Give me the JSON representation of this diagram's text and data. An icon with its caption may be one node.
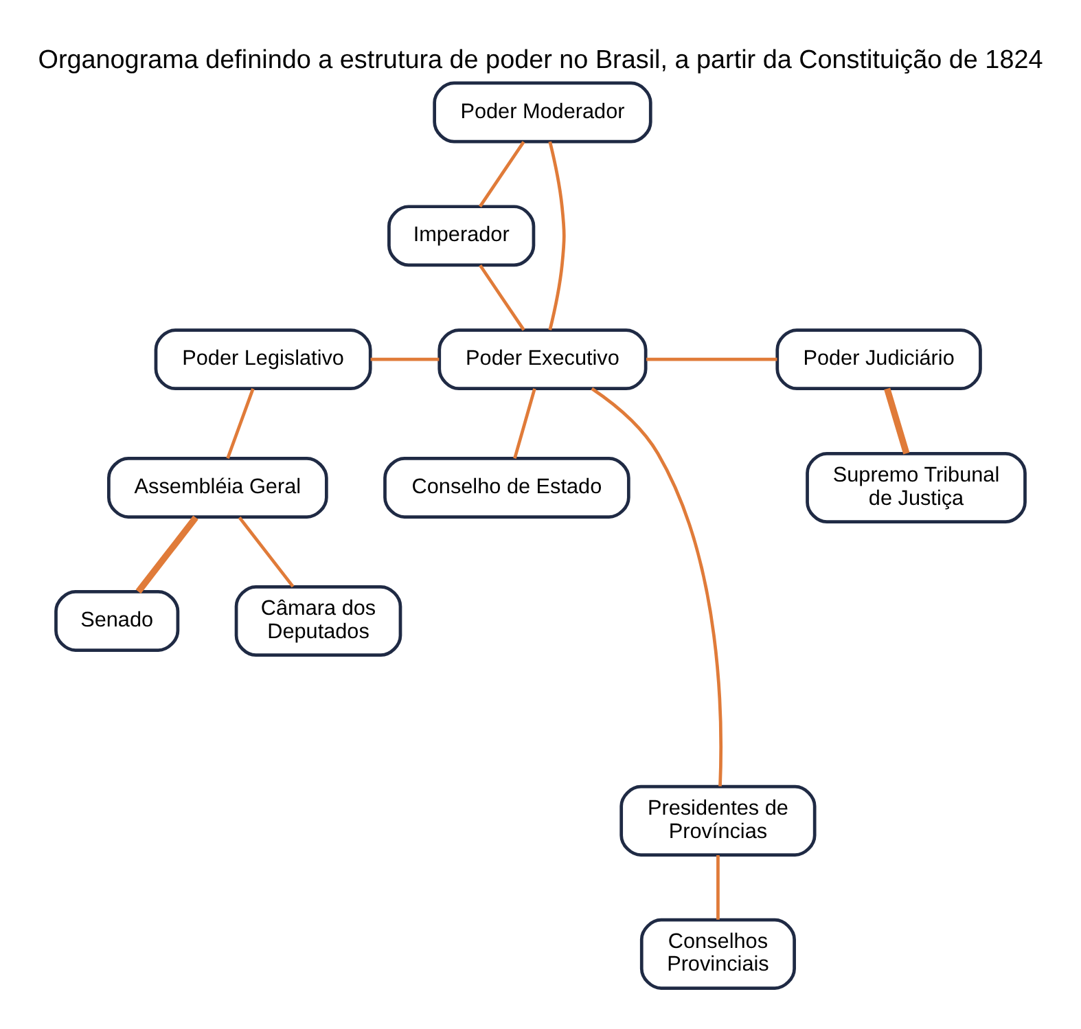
{
  "diagram": {
    "title": "Organograma definindo a estrutura de poder no Brasil, a partir da Constituição de 1824",
    "nodes": [
      {
        "text": [
          "Poder Moderador"
        ]
      },
      {
        "text": [
          "Imperador"
        ]
      },
      {
        "text": [
          "Poder Legislativo"
        ]
      },
      {
        "text": [
          "Poder Executivo"
        ]
      },
      {
        "text": [
          "Poder Judiciário"
        ]
      },
      {
        "text": [
          "Assembléia Geral"
        ]
      },
      {
        "text": [
          "Conselho de Estado"
        ]
      },
      {
        "text": [
          "Supremo Tribunal de Justiça"
        ]
      },
      {
        "text": [
          "Senado"
        ]
      },
      {
        "text": [
          "Câmara dos Deputados"
        ]
      },
      {
        "text": [
          "Presidentes de Províncias"
        ]
      },
      {
        "text": [
          "Conselhos Provinciais"
        ]
      }
    ],
    "edges": [
      {
        "from": 0,
        "to": 1,
        "arrow": "none"
      },
      {
        "from": 0,
        "to": 3,
        "arrow": "none"
      },
      {
        "from": 1,
        "to": 3,
        "arrow": "none"
      },
      {
        "from": 2,
        "to": 3,
        "arrow": "none"
      },
      {
        "from": 3,
        "to": 4,
        "arrow": "none"
      },
      {
        "from": 2,
        "to": 5,
        "arrow": "none"
      },
      {
        "from": 3,
        "to": 6,
        "arrow": "none"
      },
      {
        "from": 4,
        "to": 7,
        "arrow": "none",
        "style": "thick"
      },
      {
        "from": 5,
        "to": 8,
        "arrow": "none",
        "style": "thick"
      },
      {
        "from": 5,
        "to": 9,
        "arrow": "none"
      },
      {
        "from": 3,
        "to": 10,
        "arrow": "none"
      },
      {
        "from": 10,
        "to": 11,
        "arrow": "none"
      }
    ]
  }
}
